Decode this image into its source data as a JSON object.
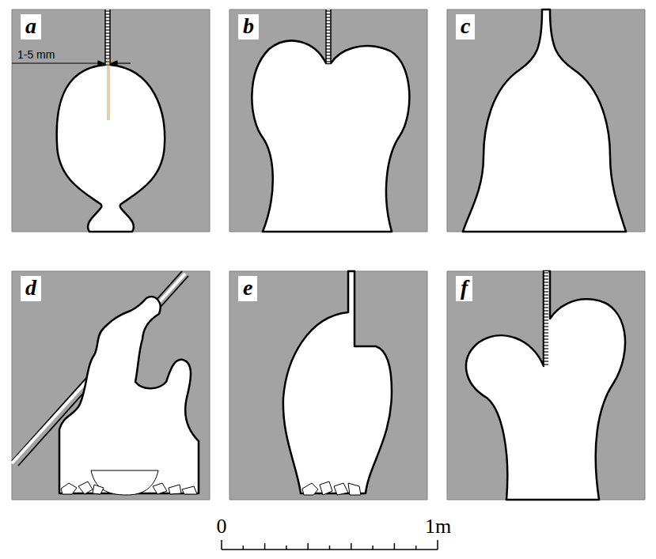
{
  "diagram": {
    "labels": [
      "a",
      "b",
      "c",
      "d",
      "e",
      "f",
      "1-5 mm",
      "0",
      "1m"
    ]
  }
}
